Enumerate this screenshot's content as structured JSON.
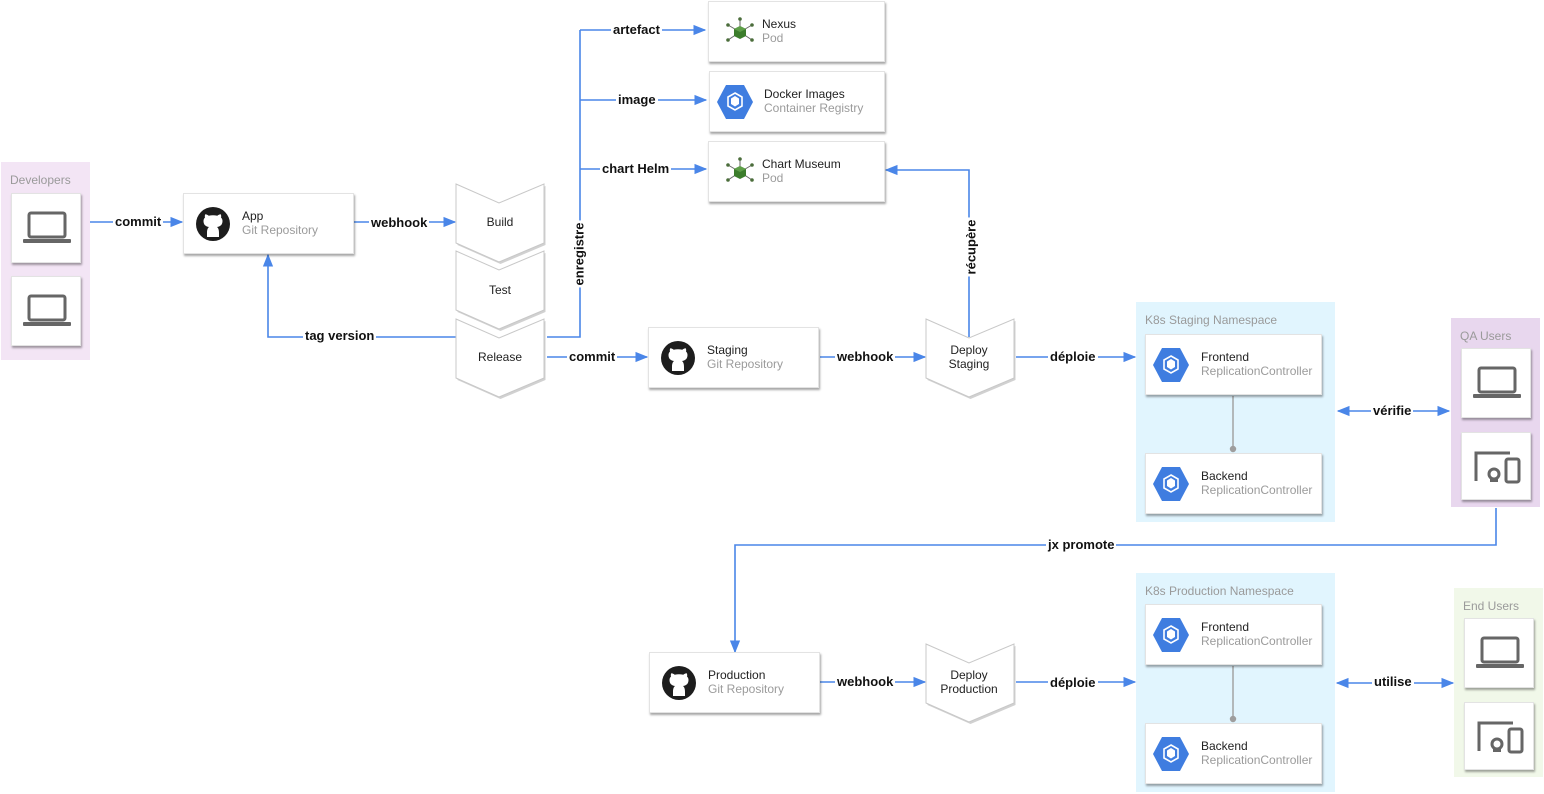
{
  "groups": {
    "developers": {
      "title": "Developers",
      "color": "#f3e5f5"
    },
    "staging_ns": {
      "title": "K8s Staging Namespace",
      "color": "#e1f5fe"
    },
    "qa_users": {
      "title": "QA Users",
      "color": "#e8d7ee"
    },
    "production_ns": {
      "title": "K8s Production Namespace",
      "color": "#e1f5fe"
    },
    "end_users": {
      "title": "End Users",
      "color": "#f1f8e9"
    }
  },
  "nodes": {
    "app_repo": {
      "title": "App",
      "subtitle": "Git Repository",
      "icon": "github-icon"
    },
    "nexus": {
      "title": "Nexus",
      "subtitle": "Pod",
      "icon": "pod-icon"
    },
    "docker_images": {
      "title": "Docker Images",
      "subtitle": "Container Registry",
      "icon": "kubernetes-hexagon-icon"
    },
    "chart_museum": {
      "title": "Chart Museum",
      "subtitle": "Pod",
      "icon": "pod-icon"
    },
    "staging_repo": {
      "title": "Staging",
      "subtitle": "Git Repository",
      "icon": "github-icon"
    },
    "production_repo": {
      "title": "Production",
      "subtitle": "Git Repository",
      "icon": "github-icon"
    },
    "staging_frontend": {
      "title": "Frontend",
      "subtitle": "ReplicationController",
      "icon": "kubernetes-hexagon-icon"
    },
    "staging_backend": {
      "title": "Backend",
      "subtitle": "ReplicationController",
      "icon": "kubernetes-hexagon-icon"
    },
    "production_frontend": {
      "title": "Frontend",
      "subtitle": "ReplicationController",
      "icon": "kubernetes-hexagon-icon"
    },
    "production_backend": {
      "title": "Backend",
      "subtitle": "ReplicationController",
      "icon": "kubernetes-hexagon-icon"
    }
  },
  "pipeline": {
    "build": "Build",
    "test": "Test",
    "release": "Release",
    "deploy_staging_l1": "Deploy",
    "deploy_staging_l2": "Staging",
    "deploy_production_l1": "Deploy",
    "deploy_production_l2": "Production"
  },
  "edges": {
    "commit_1": "commit",
    "webhook_1": "webhook",
    "tag_version": "tag version",
    "enregistre": "enregistre",
    "artefact": "artefact",
    "image": "image",
    "chart_helm": "chart Helm",
    "commit_2": "commit",
    "webhook_2": "webhook",
    "recupere": "récupère",
    "deploie_1": "déploie",
    "verifie": "vérifie",
    "jx_promote": "jx promote",
    "webhook_3": "webhook",
    "deploie_2": "déploie",
    "utilise": "utilise"
  },
  "colors": {
    "edge": "#4a86e8",
    "k8s_blue": "#3f7de0",
    "github_dark": "#1d1d1d",
    "pod_green": "#3c7d2c"
  }
}
